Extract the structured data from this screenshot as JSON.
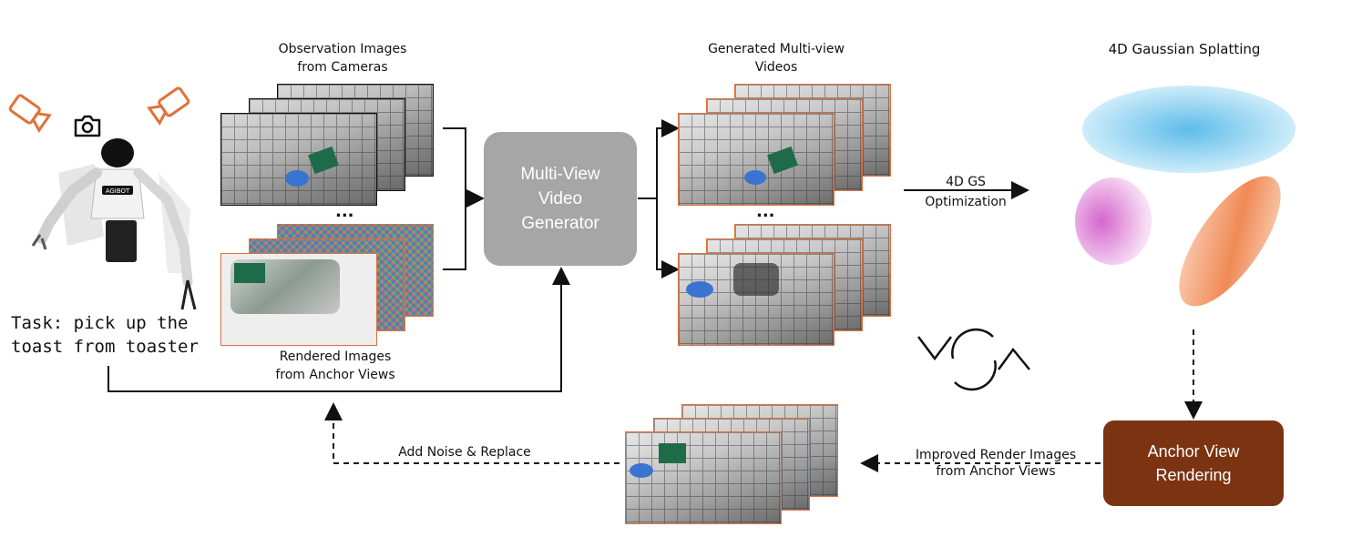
{
  "task": {
    "line1": "Task: pick up the",
    "line2": "toast from toaster"
  },
  "labels": {
    "observation_line1": "Observation Images",
    "observation_line2": "from Cameras",
    "rendered_line1": "Rendered Images",
    "rendered_line2": "from Anchor Views",
    "generated_line1": "Generated Multi-view",
    "generated_line2": "Videos",
    "gs_title": "4D Gaussian Splatting",
    "optim_line1": "4D GS",
    "optim_line2": "Optimization",
    "improved_line1": "Improved Render Images",
    "improved_line2": "from Anchor Views",
    "add_noise": "Add Noise & Replace",
    "ellipsis": "..."
  },
  "boxes": {
    "generator": "Multi-View\nVideo\nGenerator",
    "anchor_rendering": "Anchor View\nRendering"
  },
  "robot_logo": "AGIBOT",
  "colors": {
    "orange_frame": "#e0713a",
    "generator_box": "#a6a6a6",
    "anchor_box": "#7c3311",
    "blue_gaussian": "#6cc6ec",
    "pink_gaussian": "#e58ad9",
    "orange_gaussian": "#f08a55",
    "camera_orange": "#e0713a"
  },
  "icons": [
    "video-camera-icon-left",
    "photo-camera-icon",
    "video-camera-icon-right",
    "cycle-arrows-icon"
  ]
}
